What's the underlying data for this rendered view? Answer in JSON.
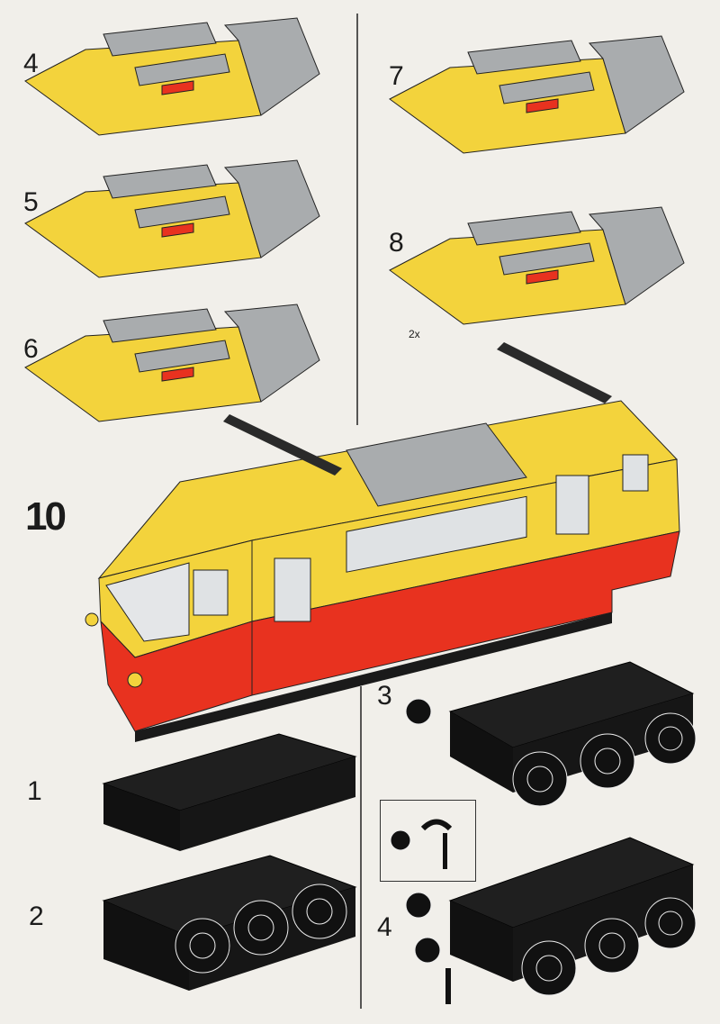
{
  "steps": {
    "s4_top": "4",
    "s5": "5",
    "s6": "6",
    "s7": "7",
    "s8": "8",
    "s8_qty": "2x",
    "s10": "10",
    "s1": "1",
    "s2": "2",
    "s3": "3",
    "s4_bottom": "4"
  },
  "colors": {
    "yellow": "#f3d33c",
    "grey": "#a9acae",
    "red": "#e8321f",
    "black": "#1a1a1a",
    "paper": "#f1efea"
  }
}
